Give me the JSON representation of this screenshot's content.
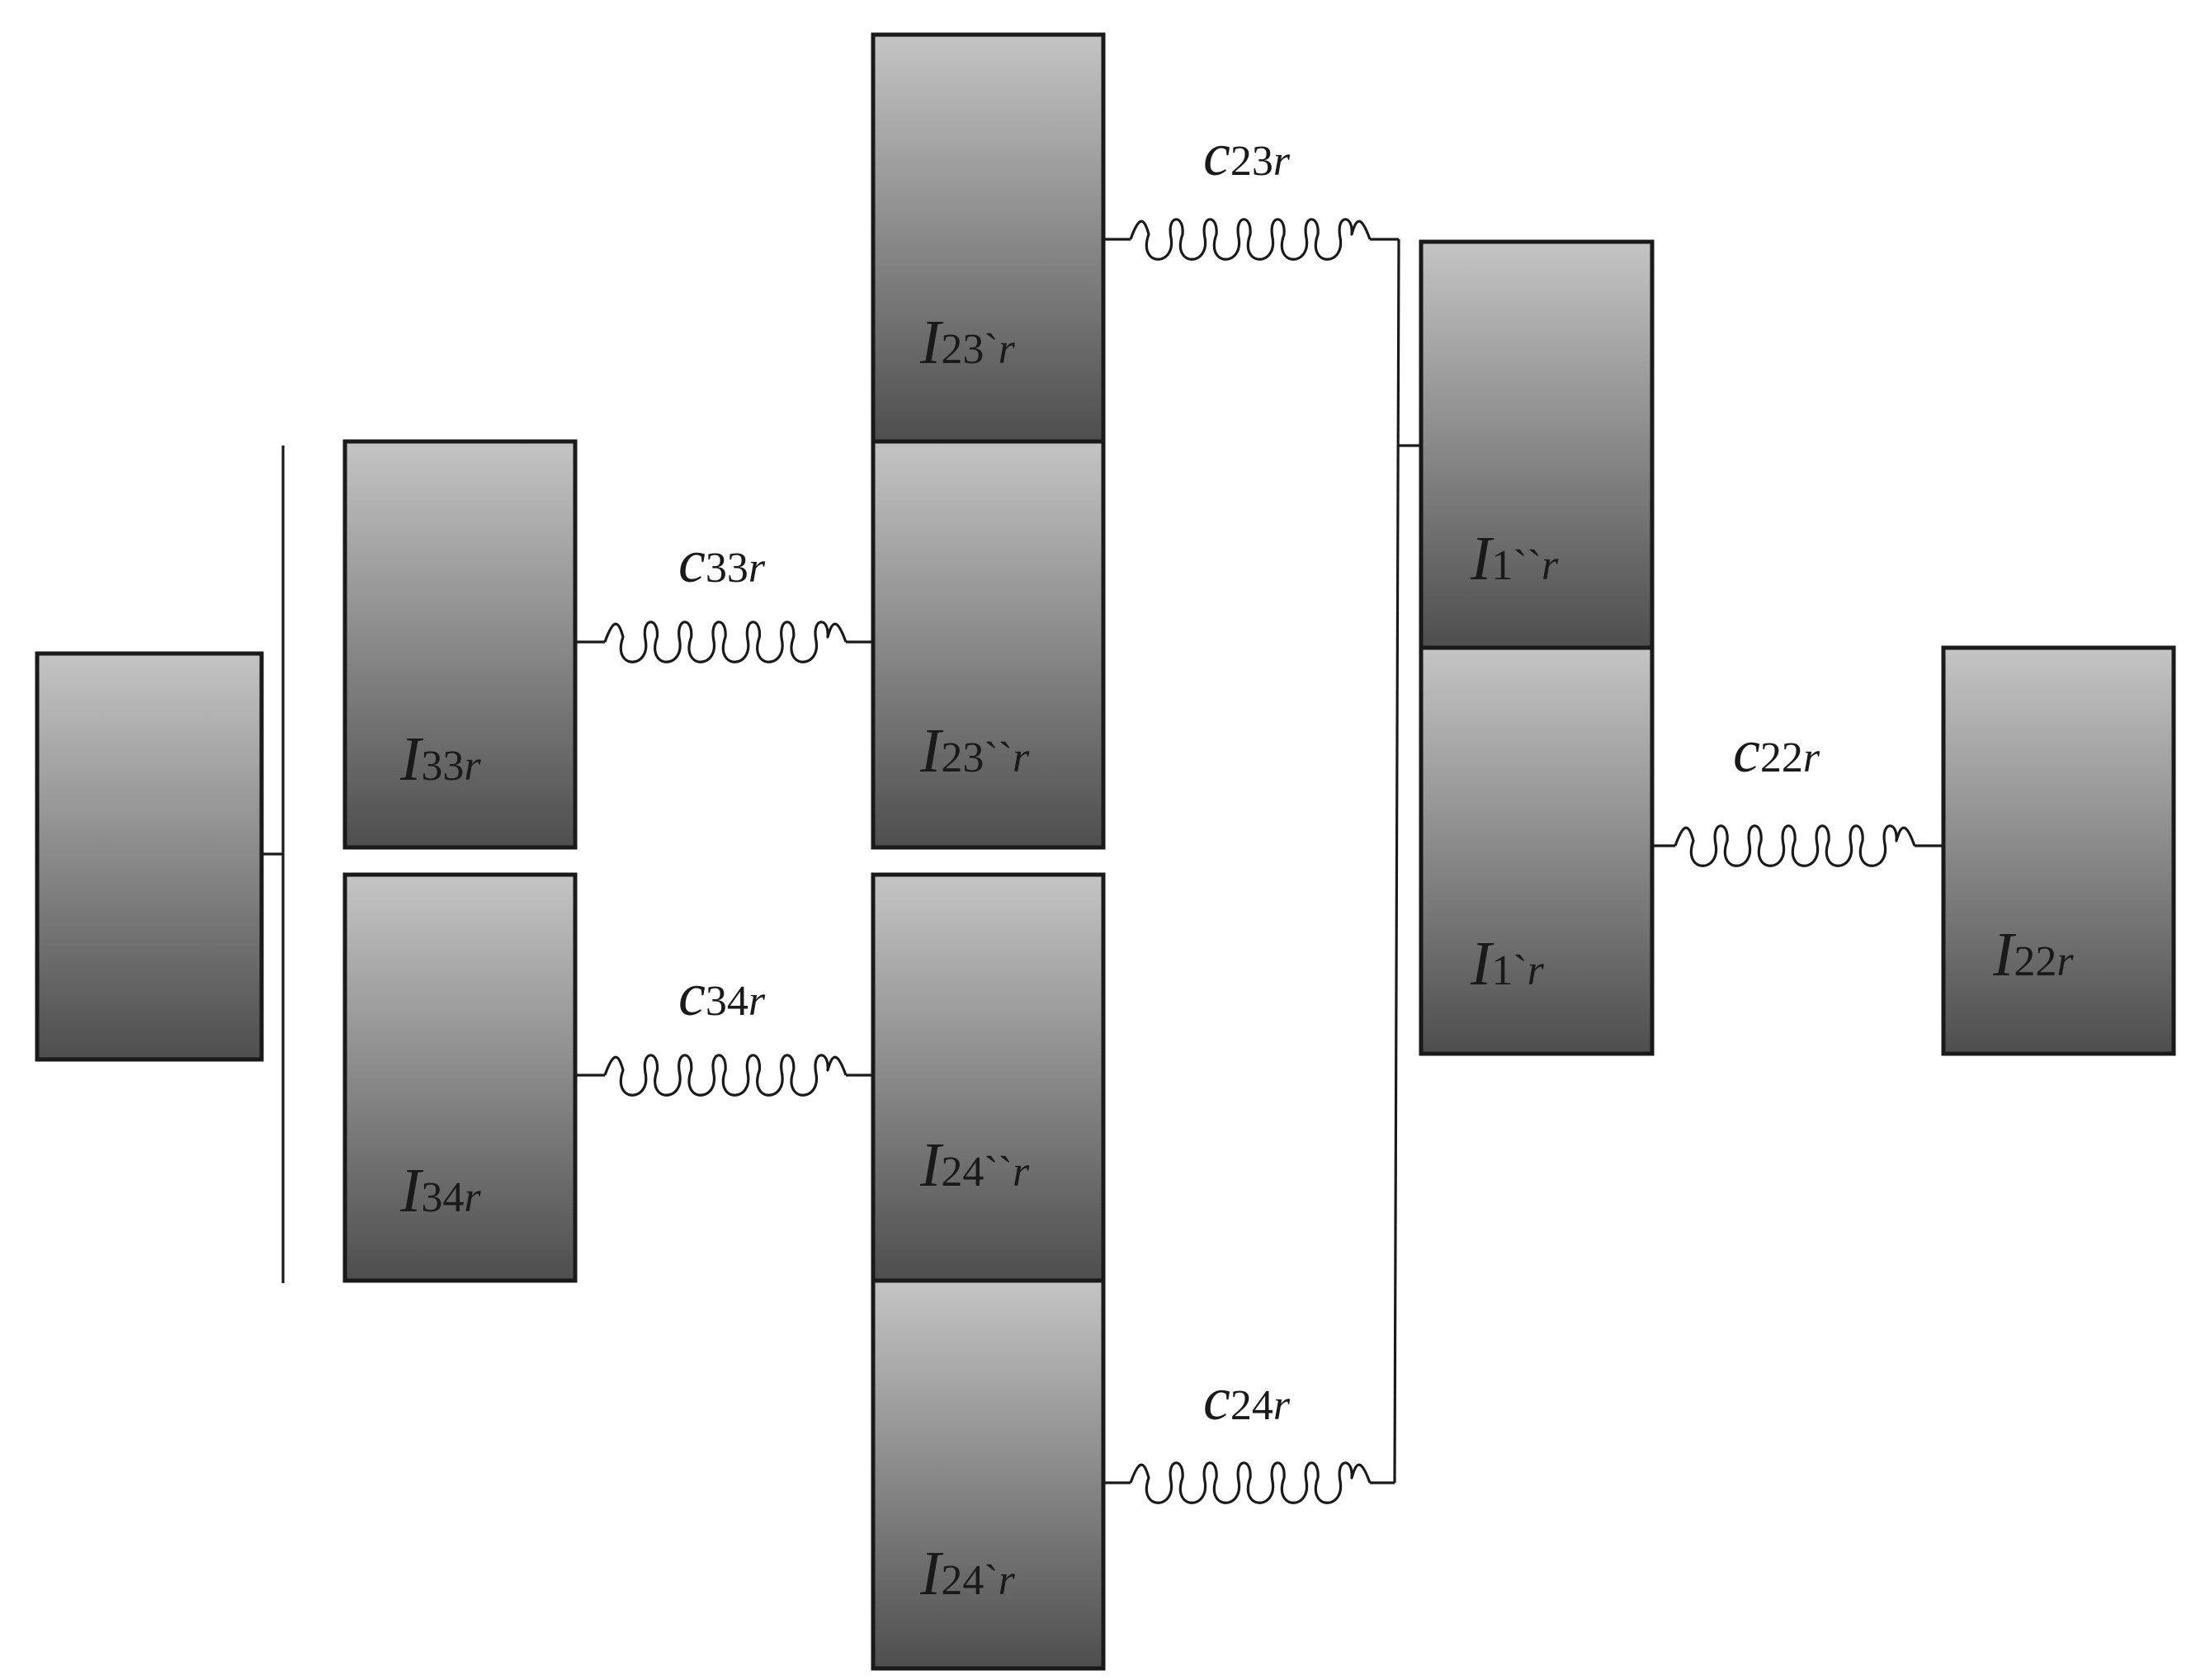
{
  "inertias": [
    {
      "id": "ground",
      "label": ""
    },
    {
      "id": "i33",
      "label": "I",
      "sub": "33",
      "r": "r"
    },
    {
      "id": "i34",
      "label": "I",
      "sub": "34",
      "r": "r"
    },
    {
      "id": "i23p",
      "label": "I",
      "sub": "23`",
      "r": "r"
    },
    {
      "id": "i23pp",
      "label": "I",
      "sub": "23``",
      "r": "r"
    },
    {
      "id": "i24pp",
      "label": "I",
      "sub": "24``",
      "r": "r"
    },
    {
      "id": "i24p",
      "label": "I",
      "sub": "24`",
      "r": "r"
    },
    {
      "id": "i1pp",
      "label": "I",
      "sub": "1``",
      "r": "r"
    },
    {
      "id": "i1p",
      "label": "I",
      "sub": "1`",
      "r": "r"
    },
    {
      "id": "i22",
      "label": "I",
      "sub": "22",
      "r": "r"
    }
  ],
  "springs": [
    {
      "id": "c33",
      "label": "c",
      "sub": "33",
      "r": "r"
    },
    {
      "id": "c34",
      "label": "c",
      "sub": "34",
      "r": "r"
    },
    {
      "id": "c23",
      "label": "c",
      "sub": "23",
      "r": "r"
    },
    {
      "id": "c24",
      "label": "c",
      "sub": "24",
      "r": "r"
    },
    {
      "id": "c22",
      "label": "c",
      "sub": "22",
      "r": "r"
    }
  ],
  "colors": {
    "box_top": "#c4c4c4",
    "box_bottom": "#4e4e4e",
    "stroke": "#1a1a1a"
  }
}
